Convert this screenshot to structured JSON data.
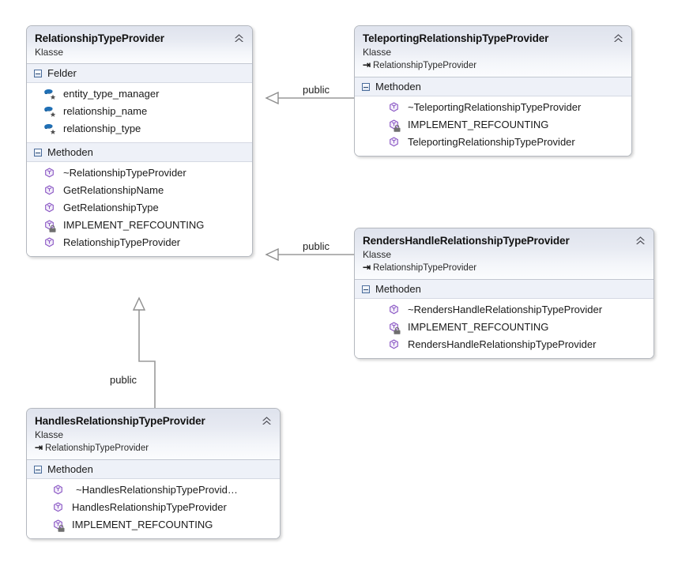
{
  "diagram": {
    "title": "UML class diagram",
    "stereotype_label": "Klasse",
    "section_fields_label": "Felder",
    "section_methods_label": "Methoden",
    "colors": {
      "header_gradient_top": "#dfe3ed",
      "header_gradient_bottom": "#fbfcfe",
      "section_background": "#eef1f8",
      "border": "#b4b8bf",
      "connector": "#9a9a9a",
      "field_icon": "#1f6fb5",
      "method_icon": "#8a56c4",
      "text": "#1a1a1a"
    }
  },
  "classes": [
    {
      "id": "relationship-type-provider",
      "name": "RelationshipTypeProvider",
      "stereotype": "Klasse",
      "base": null,
      "collapse_icon": "chevron-double-up-icon",
      "sections": [
        {
          "label": "Felder",
          "toggle": "collapse-toggle-icon",
          "members": [
            {
              "name": "entity_type_manager",
              "icon": "field-icon",
              "visibility": "private-star"
            },
            {
              "name": "relationship_name",
              "icon": "field-icon",
              "visibility": "private-star"
            },
            {
              "name": "relationship_type",
              "icon": "field-icon",
              "visibility": "private-star"
            }
          ]
        },
        {
          "label": "Methoden",
          "toggle": "collapse-toggle-icon",
          "members": [
            {
              "name": "~RelationshipTypeProvider",
              "icon": "method-icon",
              "visibility": "public"
            },
            {
              "name": "GetRelationshipName",
              "icon": "method-icon",
              "visibility": "public"
            },
            {
              "name": "GetRelationshipType",
              "icon": "method-icon",
              "visibility": "public"
            },
            {
              "name": "IMPLEMENT_REFCOUNTING",
              "icon": "method-icon",
              "visibility": "private-lock"
            },
            {
              "name": "RelationshipTypeProvider",
              "icon": "method-icon",
              "visibility": "public"
            }
          ]
        }
      ]
    },
    {
      "id": "teleporting-relationship-type-provider",
      "name": "TeleportingRelationshipTypeProvider",
      "stereotype": "Klasse",
      "base": "RelationshipTypeProvider",
      "collapse_icon": "chevron-double-up-icon",
      "sections": [
        {
          "label": "Methoden",
          "toggle": "collapse-toggle-icon",
          "members": [
            {
              "name": "~TeleportingRelationshipTypeProvider",
              "icon": "method-icon",
              "visibility": "public"
            },
            {
              "name": "IMPLEMENT_REFCOUNTING",
              "icon": "method-icon",
              "visibility": "private-lock"
            },
            {
              "name": "TeleportingRelationshipTypeProvider",
              "icon": "method-icon",
              "visibility": "public"
            }
          ]
        }
      ]
    },
    {
      "id": "renders-handle-relationship-type-provider",
      "name": "RendersHandleRelationshipTypeProvider",
      "stereotype": "Klasse",
      "base": "RelationshipTypeProvider",
      "collapse_icon": "chevron-double-up-icon",
      "sections": [
        {
          "label": "Methoden",
          "toggle": "collapse-toggle-icon",
          "members": [
            {
              "name": "~RendersHandleRelationshipTypeProvider",
              "icon": "method-icon",
              "visibility": "public"
            },
            {
              "name": "IMPLEMENT_REFCOUNTING",
              "icon": "method-icon",
              "visibility": "private-lock"
            },
            {
              "name": "RendersHandleRelationshipTypeProvider",
              "icon": "method-icon",
              "visibility": "public"
            }
          ]
        }
      ]
    },
    {
      "id": "handles-relationship-type-provider",
      "name": "HandlesRelationshipTypeProvider",
      "stereotype": "Klasse",
      "base": "RelationshipTypeProvider",
      "collapse_icon": "chevron-double-up-icon",
      "sections": [
        {
          "label": "Methoden",
          "toggle": "collapse-toggle-icon",
          "members": [
            {
              "name": "~HandlesRelationshipTypeProvid…",
              "icon": "method-icon",
              "visibility": "public"
            },
            {
              "name": "HandlesRelationshipTypeProvider",
              "icon": "method-icon",
              "visibility": "public"
            },
            {
              "name": "IMPLEMENT_REFCOUNTING",
              "icon": "method-icon",
              "visibility": "private-lock"
            }
          ]
        }
      ]
    }
  ],
  "connections": [
    {
      "id": "teleporting-to-base",
      "label": "public",
      "from": "teleporting-relationship-type-provider",
      "to": "relationship-type-provider",
      "kind": "inheritance"
    },
    {
      "id": "rendershandle-to-base",
      "label": "public",
      "from": "renders-handle-relationship-type-provider",
      "to": "relationship-type-provider",
      "kind": "inheritance"
    },
    {
      "id": "handles-to-base",
      "label": "public",
      "from": "handles-relationship-type-provider",
      "to": "relationship-type-provider",
      "kind": "inheritance"
    }
  ]
}
